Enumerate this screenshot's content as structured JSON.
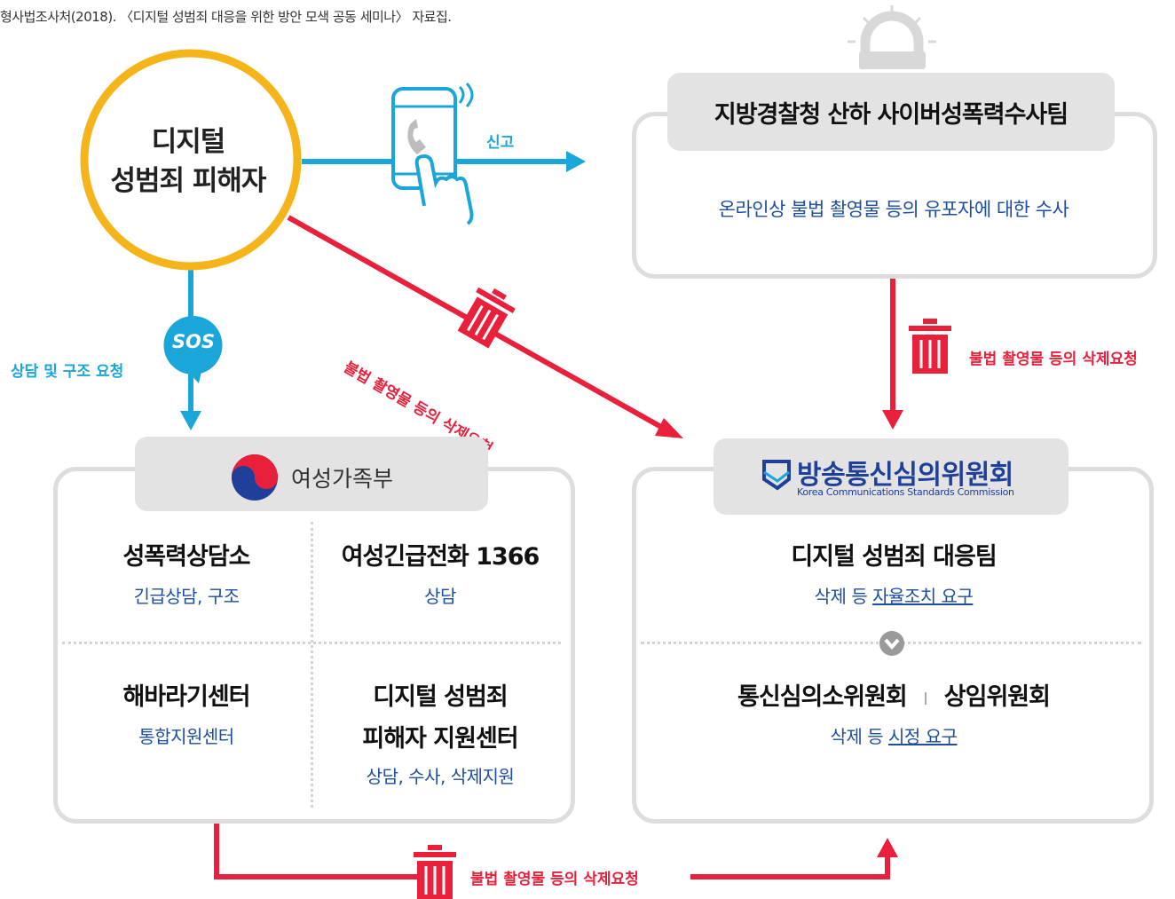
{
  "source_note": "형사법조사처(2018). 〈디지털 성범죄 대응을 위한 방안 모색 공동 세미나〉 자료집.",
  "victim": {
    "line1": "디지털",
    "line2": "성범죄 피해자"
  },
  "report_label": "신고",
  "sos_label": "SOS",
  "counsel_label": "상담 및 구조 요청",
  "deletion_request_label": "불법 촬영물 등의 삭제요청",
  "police": {
    "title": "지방경찰청 산하 사이버성폭력수사팀",
    "subtitle": "온라인상 불법 촬영물 등의 유포자에 대한 수사"
  },
  "ministry": {
    "name": "여성가족부",
    "cells": [
      {
        "title": "성폭력상담소",
        "subtitle": "긴급상담, 구조"
      },
      {
        "title": "여성긴급전화 1366",
        "subtitle": "상담"
      },
      {
        "title": "해바라기센터",
        "subtitle": "통합지원센터"
      },
      {
        "title_line1": "디지털 성범죄",
        "title_line2": "피해자 지원센터",
        "subtitle": "상담, 수사, 삭제지원"
      }
    ]
  },
  "kcsc": {
    "name": "방송통신심의위원회",
    "name_en": "Korea Communications Standards Commission",
    "team_title": "디지털 성범죄 대응팀",
    "team_sub_prefix": "삭제 등 ",
    "team_sub_link": "자율조치 요구",
    "committee_left": "통신심의소위원회",
    "committee_right": "상임위원회",
    "committee_sub_prefix": "삭제 등 ",
    "committee_sub_link": "시정 요구"
  },
  "colors": {
    "blue": "#1aa6d9",
    "red": "#e8203b",
    "yellow": "#f4b41a",
    "navy": "#1e4ea0",
    "gray_border": "#dddddd"
  }
}
